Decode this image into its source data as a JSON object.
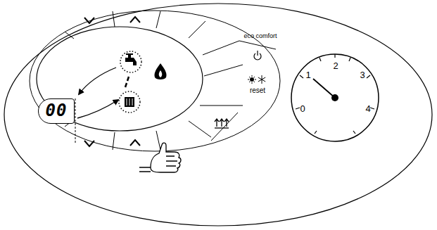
{
  "diagram": {
    "nodes": [
      {
        "text": [
          "eco comfort"
        ]
      },
      {
        "text": [
          "reset"
        ]
      },
      {
        "text": [
          "00"
        ]
      }
    ],
    "labels": [
      "0",
      "1",
      "2",
      "3",
      "4"
    ]
  }
}
